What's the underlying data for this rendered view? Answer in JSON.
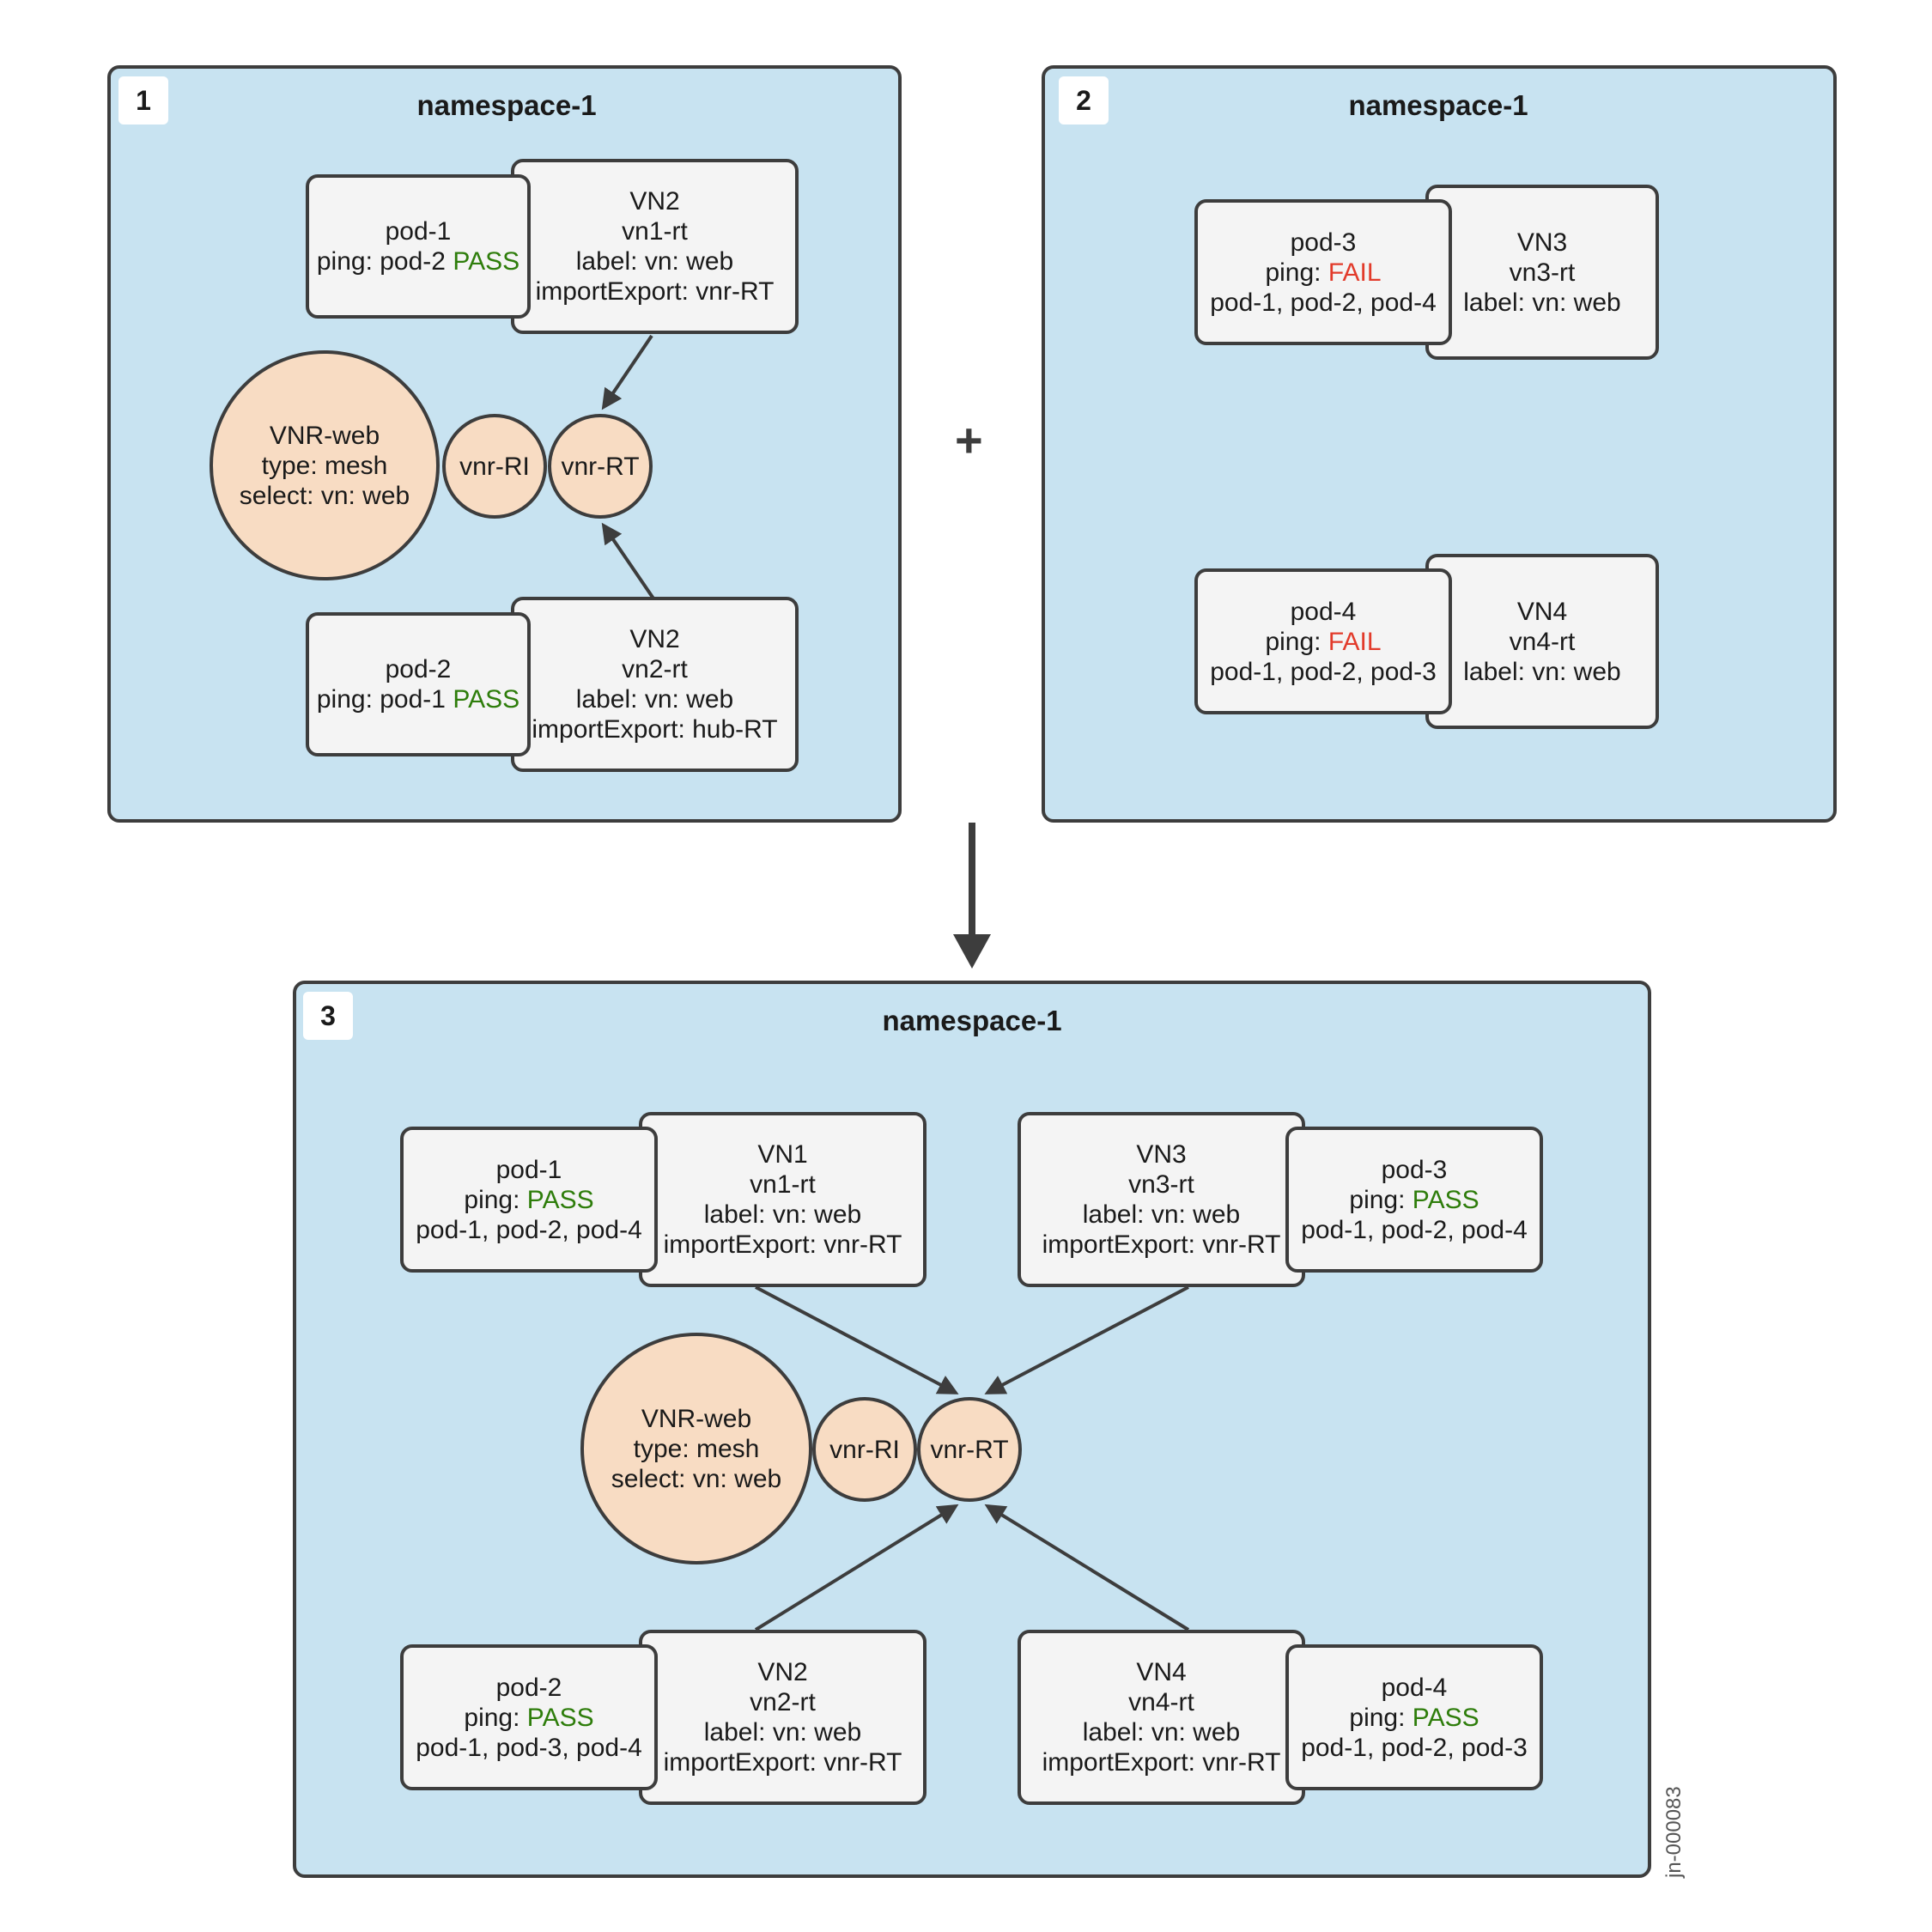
{
  "panel1": {
    "badge": "1",
    "title": "namespace-1",
    "pod1": {
      "name": "pod-1",
      "ping_prefix": "ping: pod-2 ",
      "status": "PASS"
    },
    "vn_top": {
      "l1": "VN2",
      "l2": "vn1-rt",
      "l3": "label: vn: web",
      "l4": "importExport: vnr-RT"
    },
    "vnr": {
      "l1": "VNR-web",
      "l2": "type: mesh",
      "l3": "select: vn: web"
    },
    "ri": "vnr-RI",
    "rt": "vnr-RT",
    "pod2": {
      "name": "pod-2",
      "ping_prefix": "ping: pod-1 ",
      "status": "PASS"
    },
    "vn_bottom": {
      "l1": "VN2",
      "l2": "vn2-rt",
      "l3": "label: vn: web",
      "l4": "importExport: hub-RT"
    }
  },
  "plus": "+",
  "panel2": {
    "badge": "2",
    "title": "namespace-1",
    "pod3": {
      "name": "pod-3",
      "ping_prefix": "ping: ",
      "status": "FAIL",
      "targets": "pod-1, pod-2, pod-4"
    },
    "vn3": {
      "l1": "VN3",
      "l2": "vn3-rt",
      "l3": "label: vn: web"
    },
    "pod4": {
      "name": "pod-4",
      "ping_prefix": "ping: ",
      "status": "FAIL",
      "targets": "pod-1, pod-2, pod-3"
    },
    "vn4": {
      "l1": "VN4",
      "l2": "vn4-rt",
      "l3": "label: vn: web"
    }
  },
  "panel3": {
    "badge": "3",
    "title": "namespace-1",
    "pod1": {
      "name": "pod-1",
      "ping_prefix": "ping: ",
      "status": "PASS",
      "targets": "pod-1, pod-2, pod-4"
    },
    "vn1": {
      "l1": "VN1",
      "l2": "vn1-rt",
      "l3": "label: vn: web",
      "l4": "importExport: vnr-RT"
    },
    "vn3": {
      "l1": "VN3",
      "l2": "vn3-rt",
      "l3": "label: vn: web",
      "l4": "importExport: vnr-RT"
    },
    "pod3": {
      "name": "pod-3",
      "ping_prefix": "ping: ",
      "status": "PASS",
      "targets": "pod-1, pod-2, pod-4"
    },
    "vnr": {
      "l1": "VNR-web",
      "l2": "type: mesh",
      "l3": "select: vn: web"
    },
    "ri": "vnr-RI",
    "rt": "vnr-RT",
    "pod2": {
      "name": "pod-2",
      "ping_prefix": "ping: ",
      "status": "PASS",
      "targets": "pod-1, pod-3, pod-4"
    },
    "vn2": {
      "l1": "VN2",
      "l2": "vn2-rt",
      "l3": "label: vn: web",
      "l4": "importExport: vnr-RT"
    },
    "vn4": {
      "l1": "VN4",
      "l2": "vn4-rt",
      "l3": "label: vn: web",
      "l4": "importExport: vnr-RT"
    },
    "pod4": {
      "name": "pod-4",
      "ping_prefix": "ping: ",
      "status": "PASS",
      "targets": "pod-1, pod-2, pod-3"
    }
  },
  "watermark": "jn-000083"
}
